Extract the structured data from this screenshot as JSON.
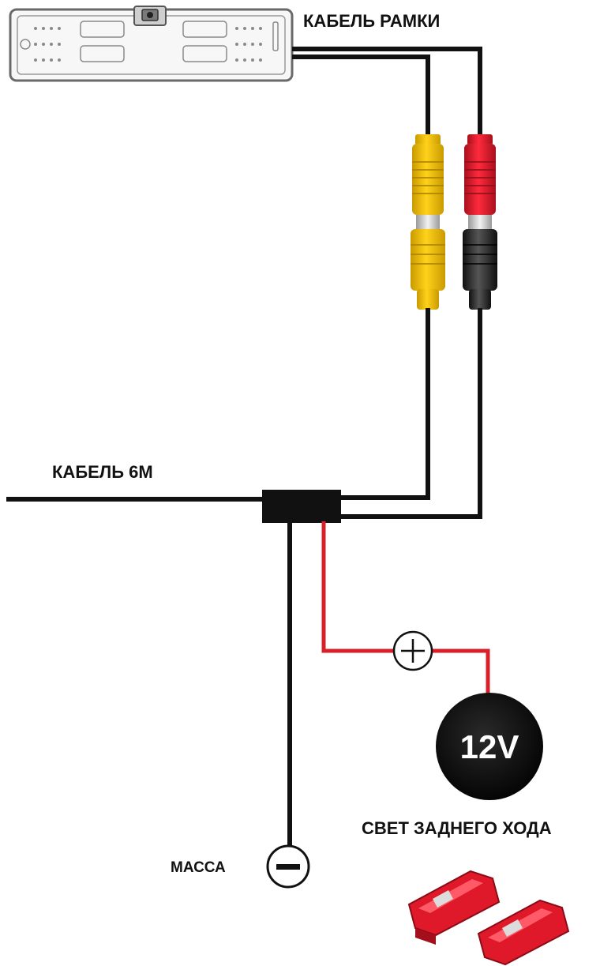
{
  "labels": {
    "frame_cable": "КАБЕЛЬ РАМКИ",
    "cable_6m": "КАБЕЛЬ 6М",
    "voltage": "12V",
    "reverse_light": "СВЕТ ЗАДНЕГО ХОДА",
    "ground": "МАССА"
  },
  "icons": {
    "plus": "plus-icon",
    "minus": "minus-icon"
  },
  "colors": {
    "wire_black": "#111111",
    "wire_red": "#d8202a",
    "connector_yellow": "#f5c400",
    "connector_red": "#e0182b",
    "connector_black": "#2a2a2a",
    "battery": "#0d0d0d",
    "splice_clip": "#e0192a"
  }
}
